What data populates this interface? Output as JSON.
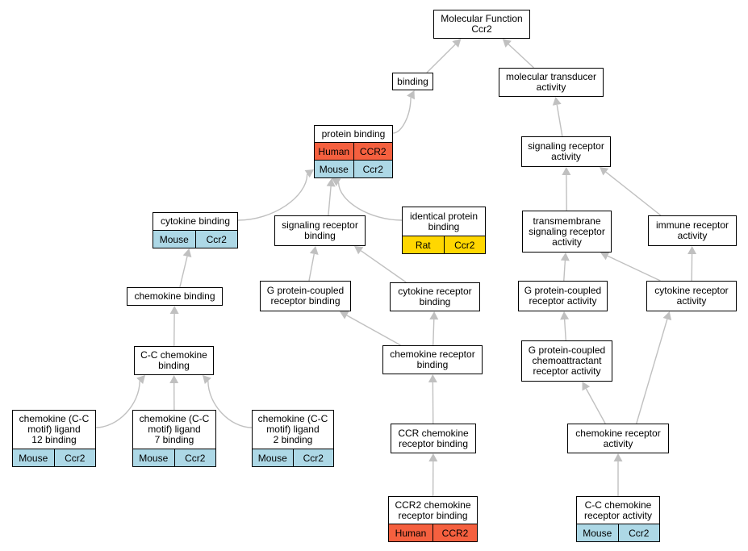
{
  "diagram_title": "Molecular Function Ccr2",
  "colors": {
    "edge": "#c0c0c0",
    "human": "#f5603f",
    "mouse": "#add8e6",
    "rat": "#ffd700",
    "node_fill": "#ffffff",
    "border": "#000000"
  },
  "nodes": {
    "mf": {
      "label": "Molecular Function\nCcr2",
      "rows": []
    },
    "bind": {
      "label": "binding",
      "rows": []
    },
    "mta": {
      "label": "molecular transducer\nactivity",
      "rows": []
    },
    "pb": {
      "label": "protein binding",
      "rows": [
        {
          "species": "Human",
          "gene": "CCR2",
          "color": "human"
        },
        {
          "species": "Mouse",
          "gene": "Ccr2",
          "color": "mouse"
        }
      ]
    },
    "sra": {
      "label": "signaling receptor\nactivity",
      "rows": []
    },
    "cb": {
      "label": "cytokine binding",
      "rows": [
        {
          "species": "Mouse",
          "gene": "Ccr2",
          "color": "mouse"
        }
      ]
    },
    "srb": {
      "label": "signaling receptor\nbinding",
      "rows": []
    },
    "ipb": {
      "label": "identical protein\nbinding",
      "rows": [
        {
          "species": "Rat",
          "gene": "Ccr2",
          "color": "rat"
        }
      ]
    },
    "tmsra": {
      "label": "transmembrane\nsignaling receptor\nactivity",
      "rows": []
    },
    "ira": {
      "label": "immune receptor\nactivity",
      "rows": []
    },
    "chb": {
      "label": "chemokine binding",
      "rows": []
    },
    "gpcrb": {
      "label": "G protein-coupled\nreceptor binding",
      "rows": []
    },
    "crb": {
      "label": "cytokine receptor\nbinding",
      "rows": []
    },
    "gpcra": {
      "label": "G protein-coupled\nreceptor activity",
      "rows": []
    },
    "cra": {
      "label": "cytokine receptor\nactivity",
      "rows": []
    },
    "ccb": {
      "label": "C-C chemokine\nbinding",
      "rows": []
    },
    "chrb": {
      "label": "chemokine receptor\nbinding",
      "rows": []
    },
    "gpcca": {
      "label": "G protein-coupled\nchemoattractant\nreceptor activity",
      "rows": []
    },
    "l12": {
      "label": "chemokine (C-C\nmotif) ligand\n12 binding",
      "rows": [
        {
          "species": "Mouse",
          "gene": "Ccr2",
          "color": "mouse"
        }
      ]
    },
    "l7": {
      "label": "chemokine (C-C\nmotif) ligand\n7 binding",
      "rows": [
        {
          "species": "Mouse",
          "gene": "Ccr2",
          "color": "mouse"
        }
      ]
    },
    "l2": {
      "label": "chemokine (C-C\nmotif) ligand\n2 binding",
      "rows": [
        {
          "species": "Mouse",
          "gene": "Ccr2",
          "color": "mouse"
        }
      ]
    },
    "ccrb": {
      "label": "CCR chemokine\nreceptor binding",
      "rows": []
    },
    "chra": {
      "label": "chemokine receptor\nactivity",
      "rows": []
    },
    "ccr2b": {
      "label": "CCR2 chemokine\nreceptor binding",
      "rows": [
        {
          "species": "Human",
          "gene": "CCR2",
          "color": "human"
        }
      ]
    },
    "ccca": {
      "label": "C-C chemokine\nreceptor activity",
      "rows": [
        {
          "species": "Mouse",
          "gene": "Ccr2",
          "color": "mouse"
        }
      ]
    }
  },
  "edges": [
    [
      "bind",
      "mf"
    ],
    [
      "mta",
      "mf"
    ],
    [
      "pb",
      "bind"
    ],
    [
      "sra",
      "mta"
    ],
    [
      "cb",
      "pb"
    ],
    [
      "srb",
      "pb"
    ],
    [
      "ipb",
      "pb"
    ],
    [
      "tmsra",
      "sra"
    ],
    [
      "ira",
      "sra"
    ],
    [
      "chb",
      "cb"
    ],
    [
      "gpcrb",
      "srb"
    ],
    [
      "crb",
      "srb"
    ],
    [
      "gpcra",
      "tmsra"
    ],
    [
      "cra",
      "tmsra"
    ],
    [
      "cra",
      "ira"
    ],
    [
      "ccb",
      "chb"
    ],
    [
      "chrb",
      "gpcrb"
    ],
    [
      "chrb",
      "crb"
    ],
    [
      "gpcca",
      "gpcra"
    ],
    [
      "l12",
      "ccb"
    ],
    [
      "l7",
      "ccb"
    ],
    [
      "l2",
      "ccb"
    ],
    [
      "ccrb",
      "chrb"
    ],
    [
      "chra",
      "gpcca"
    ],
    [
      "chra",
      "cra"
    ],
    [
      "ccr2b",
      "ccrb"
    ],
    [
      "ccca",
      "chra"
    ]
  ]
}
